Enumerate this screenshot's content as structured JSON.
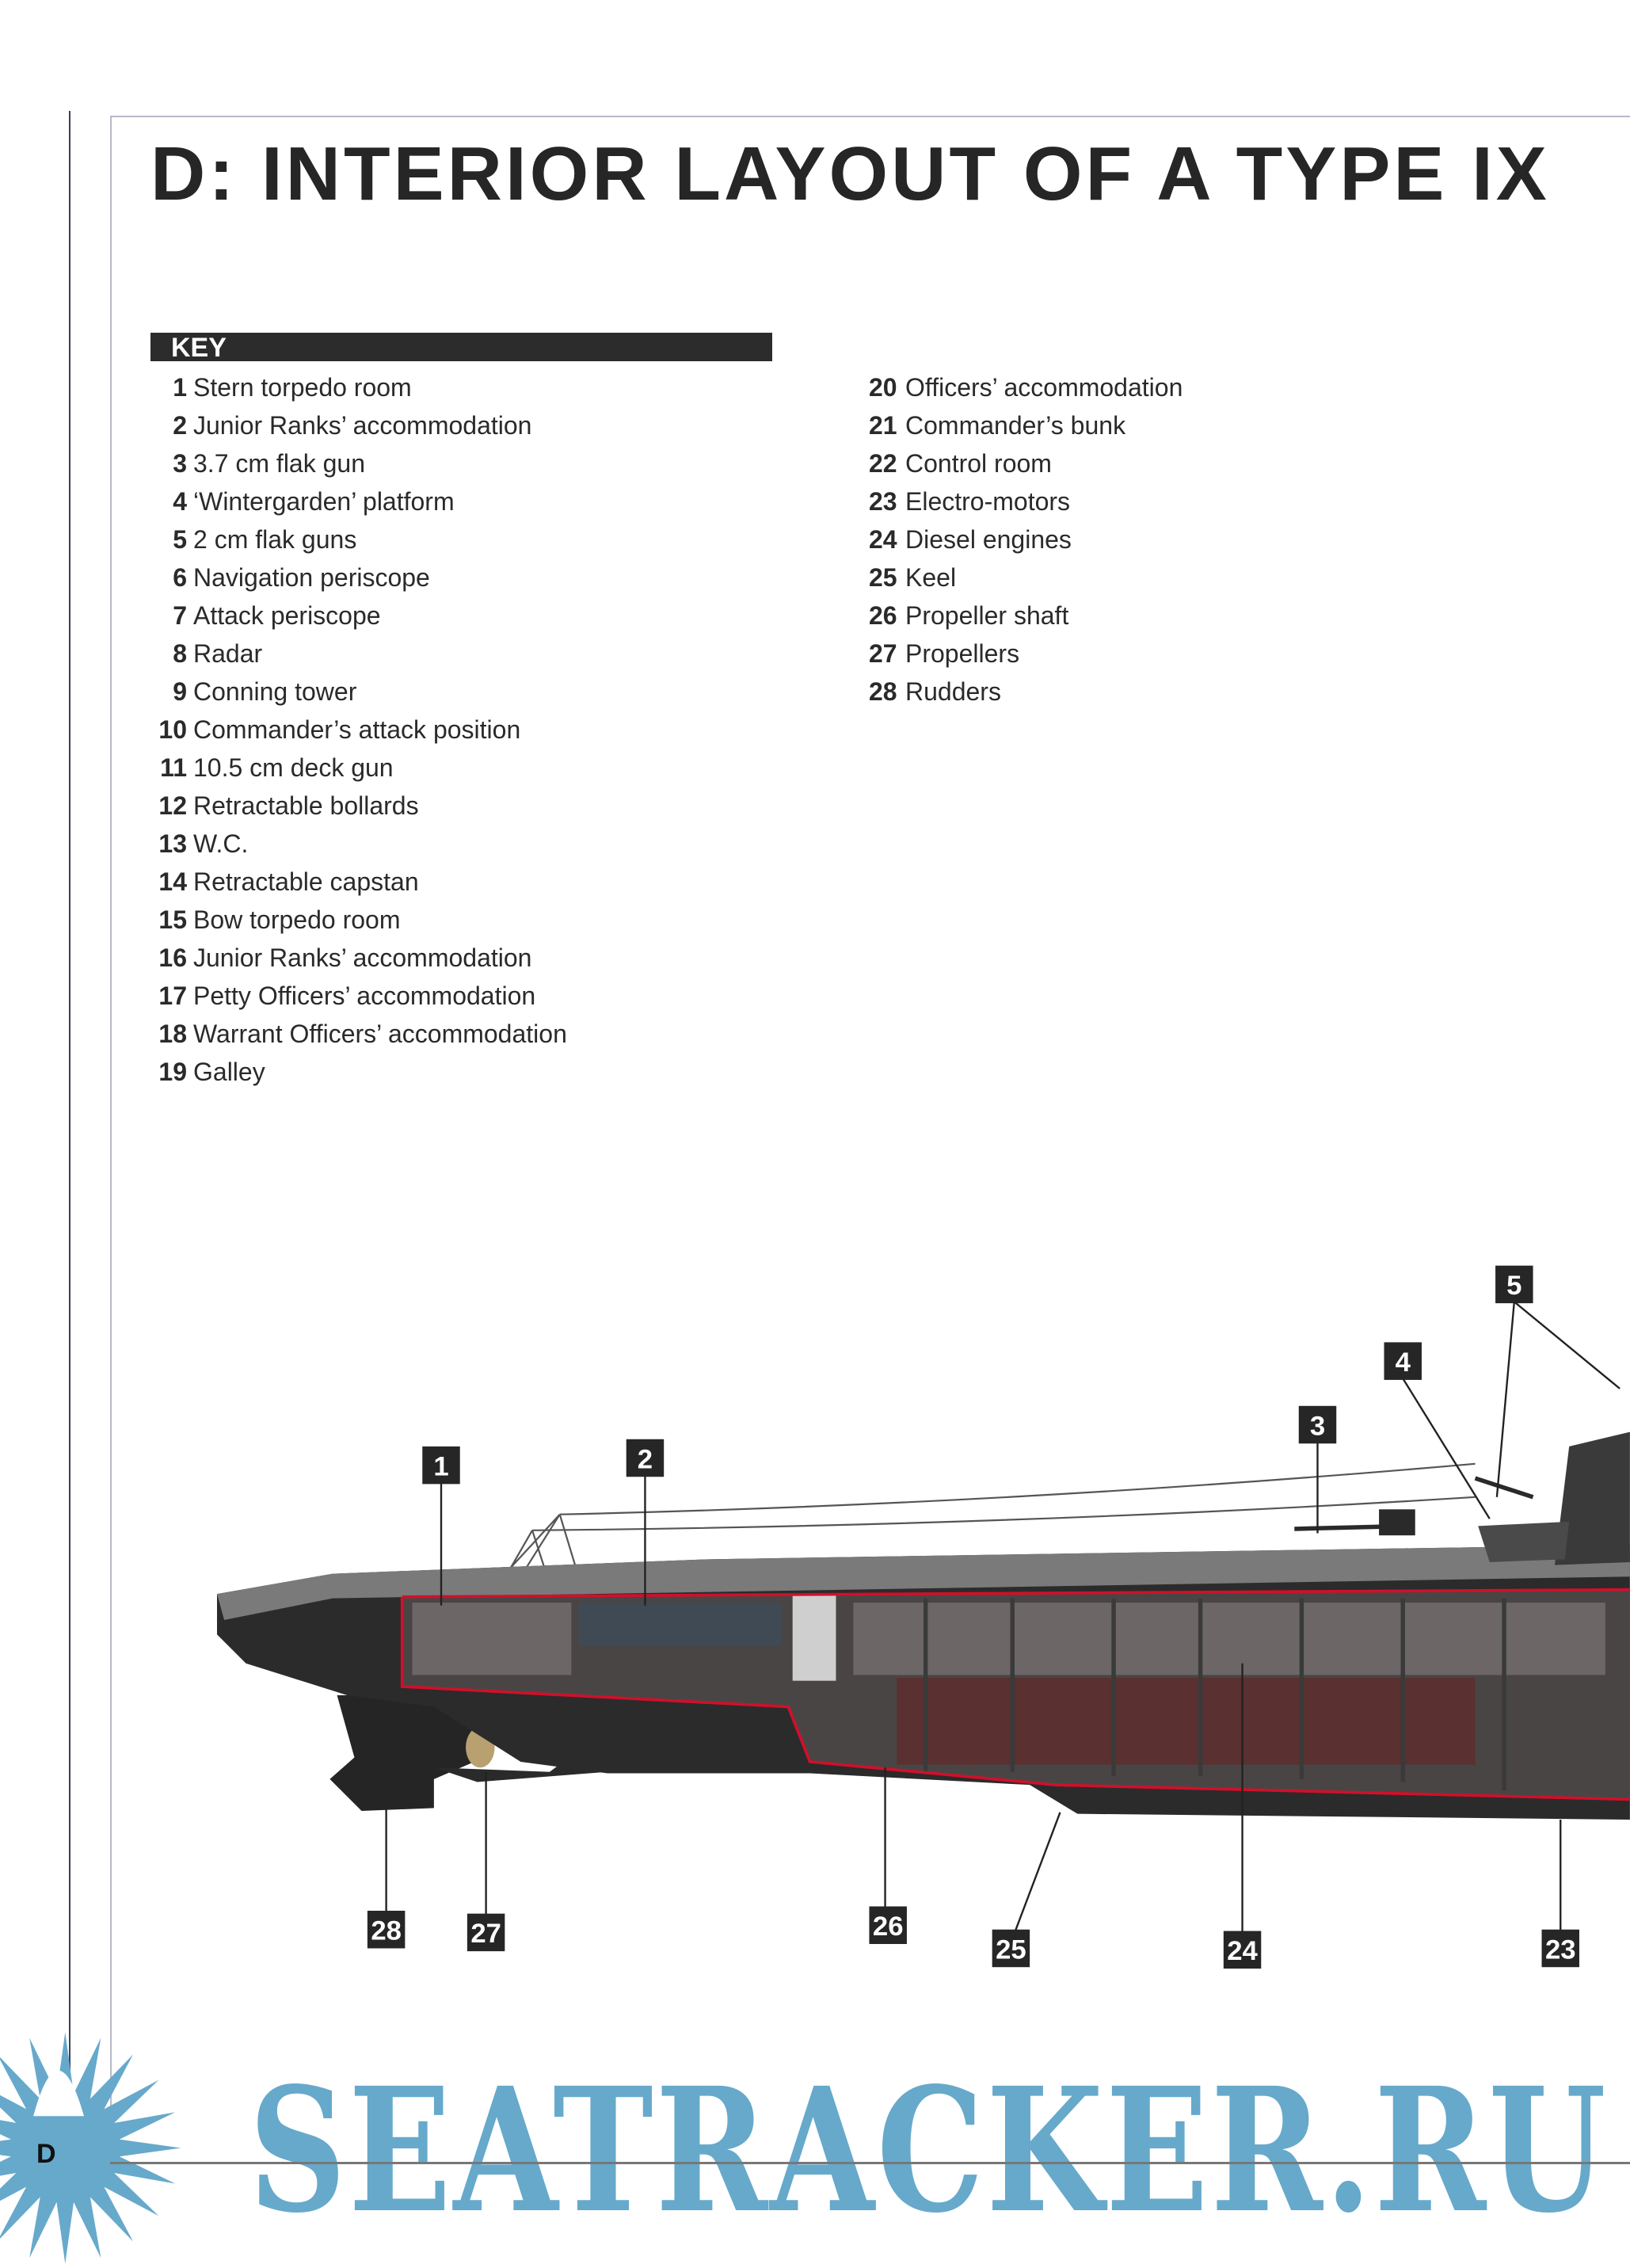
{
  "title": "D: INTERIOR LAYOUT OF A TYPE IX",
  "key": {
    "heading": "KEY",
    "column1": [
      {
        "num": "1",
        "label": "Stern torpedo room"
      },
      {
        "num": "2",
        "label": "Junior Ranks’ accommodation"
      },
      {
        "num": "3",
        "label": "3.7 cm flak gun"
      },
      {
        "num": "4",
        "label": "‘Wintergarden’ platform"
      },
      {
        "num": "5",
        "label": "2 cm flak guns"
      },
      {
        "num": "6",
        "label": "Navigation periscope"
      },
      {
        "num": "7",
        "label": "Attack periscope"
      },
      {
        "num": "8",
        "label": "Radar"
      },
      {
        "num": "9",
        "label": "Conning tower"
      },
      {
        "num": "10",
        "label": "Commander’s attack position"
      },
      {
        "num": "11",
        "label": "10.5 cm deck gun"
      },
      {
        "num": "12",
        "label": "Retractable bollards"
      },
      {
        "num": "13",
        "label": "W.C."
      },
      {
        "num": "14",
        "label": "Retractable capstan"
      },
      {
        "num": "15",
        "label": "Bow torpedo room"
      },
      {
        "num": "16",
        "label": "Junior Ranks’ accommodation"
      },
      {
        "num": "17",
        "label": "Petty Officers’ accommodation"
      },
      {
        "num": "18",
        "label": "Warrant Officers’ accommodation"
      },
      {
        "num": "19",
        "label": "Galley"
      }
    ],
    "column2": [
      {
        "num": "20",
        "label": "Officers’ accommodation"
      },
      {
        "num": "21",
        "label": "Commander’s bunk"
      },
      {
        "num": "22",
        "label": "Control room"
      },
      {
        "num": "23",
        "label": "Electro-motors"
      },
      {
        "num": "24",
        "label": "Diesel engines"
      },
      {
        "num": "25",
        "label": "Keel"
      },
      {
        "num": "26",
        "label": "Propeller shaft"
      },
      {
        "num": "27",
        "label": "Propellers"
      },
      {
        "num": "28",
        "label": "Rudders"
      }
    ]
  },
  "callouts": [
    "1",
    "2",
    "3",
    "4",
    "5",
    "23",
    "24",
    "25",
    "26",
    "27",
    "28"
  ],
  "watermark": "SEATRACKER.RU",
  "page_letter": "D",
  "colors": {
    "cutaway_outline": "#d0102a",
    "watermark": "#66a9cb",
    "hull": "#2b2b2b"
  }
}
